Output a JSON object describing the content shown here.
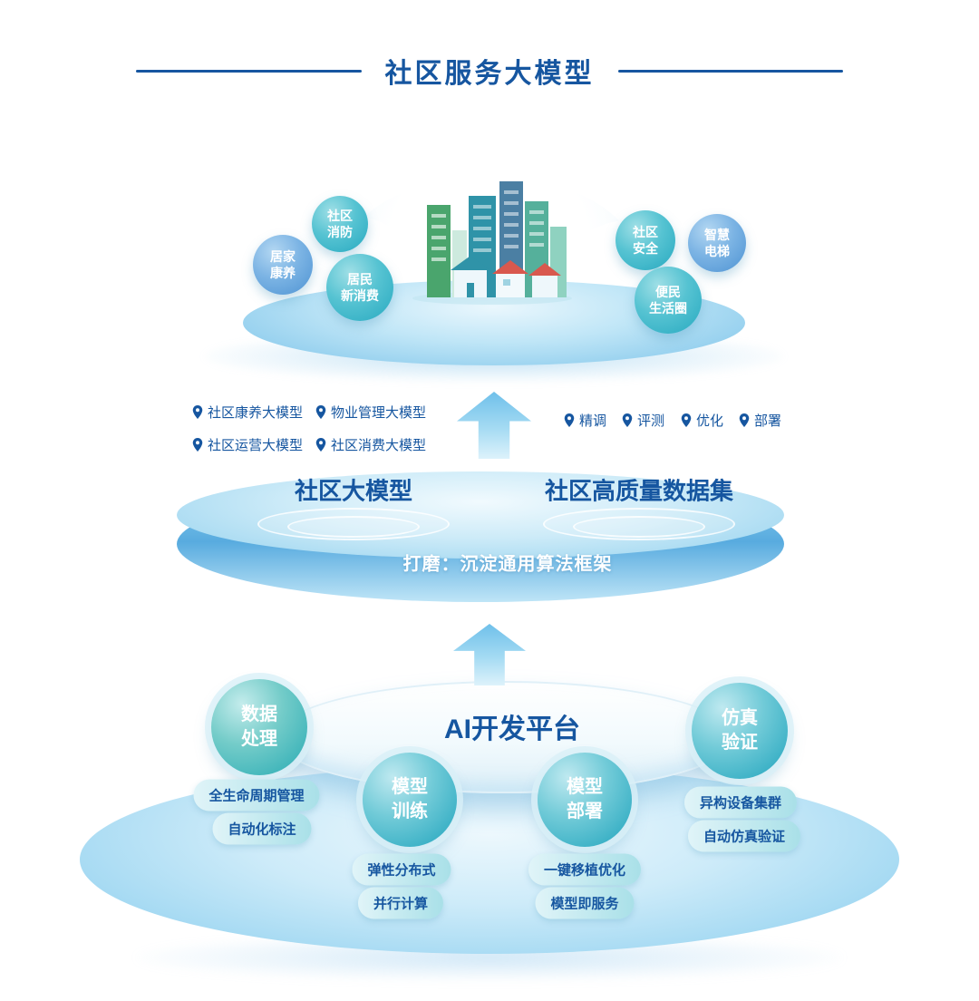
{
  "title": "社区服务大模型",
  "colors": {
    "title_blue": "#1656a0",
    "teal": "#3bb7c9",
    "blue": "#5a9fd8",
    "platform_light": "#cdebf9"
  },
  "icons": {
    "list_marker": "pin-icon",
    "flow": "up-arrow"
  },
  "application_layer": {
    "bubbles": [
      {
        "label": "社区\n消防"
      },
      {
        "label": "居家\n康养"
      },
      {
        "label": "居民\n新消费"
      },
      {
        "label": "社区\n安全"
      },
      {
        "label": "智慧\n电梯"
      },
      {
        "label": "便民\n生活圈"
      }
    ]
  },
  "model_layer": {
    "models": [
      {
        "label": "社区康养大模型"
      },
      {
        "label": "物业管理大模型"
      },
      {
        "label": "社区运营大模型"
      },
      {
        "label": "社区消费大模型"
      }
    ],
    "pipeline": [
      {
        "label": "精调"
      },
      {
        "label": "评测"
      },
      {
        "label": "优化"
      },
      {
        "label": "部署"
      }
    ],
    "left_title": "社区大模型",
    "right_title": "社区高质量数据集",
    "banner": "打磨：沉淀通用算法框架"
  },
  "platform_layer": {
    "title": "AI开发平台",
    "modules": [
      {
        "label": "数据\n处理",
        "features": [
          "全生命周期管理",
          "自动化标注"
        ]
      },
      {
        "label": "模型\n训练",
        "features": [
          "弹性分布式",
          "并行计算"
        ]
      },
      {
        "label": "模型\n部署",
        "features": [
          "一键移植优化",
          "模型即服务"
        ]
      },
      {
        "label": "仿真\n验证",
        "features": [
          "异构设备集群",
          "自动仿真验证"
        ]
      }
    ]
  }
}
